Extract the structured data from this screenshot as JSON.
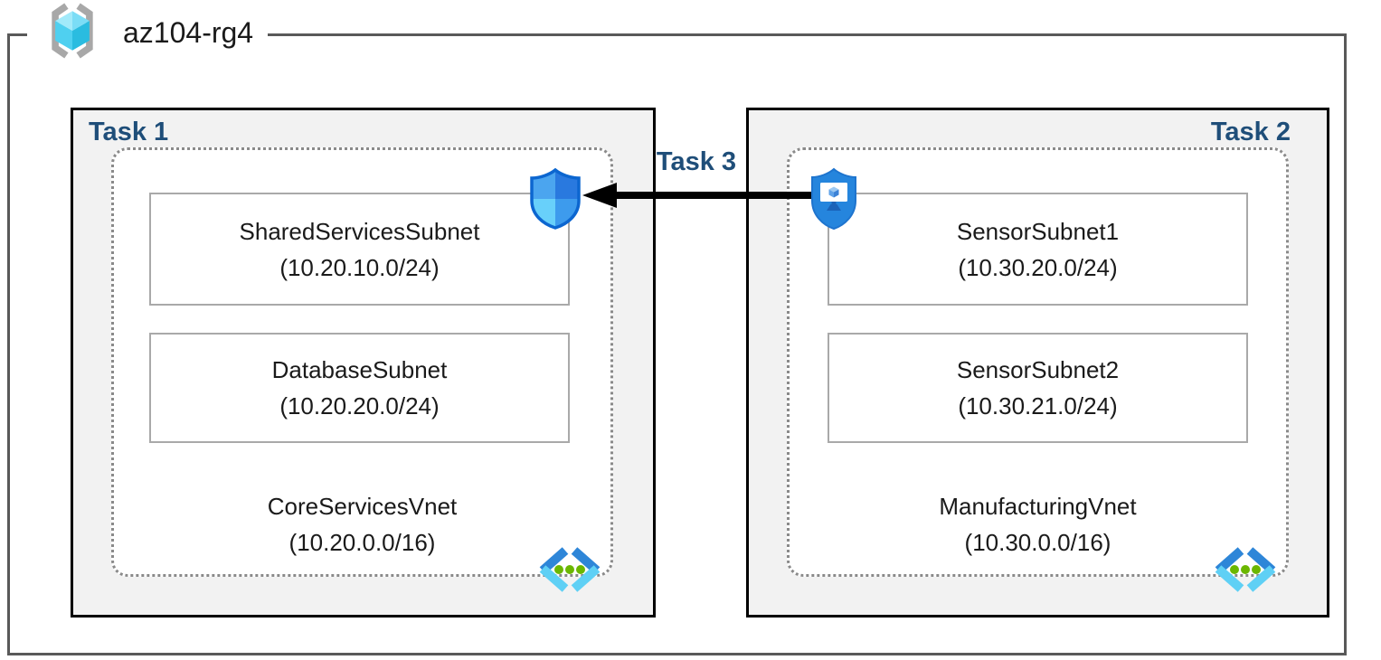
{
  "resource_group": {
    "name": "az104-rg4",
    "icon": "resource-group-icon"
  },
  "tasks": {
    "task1_label": "Task 1",
    "task2_label": "Task 2",
    "task3_label": "Task 3"
  },
  "vnets": [
    {
      "name": "CoreServicesVnet",
      "cidr": "(10.20.0.0/16)",
      "subnets": [
        {
          "name": "SharedServicesSubnet",
          "cidr": "(10.20.10.0/24)"
        },
        {
          "name": "DatabaseSubnet",
          "cidr": "(10.20.20.0/24)"
        }
      ]
    },
    {
      "name": "ManufacturingVnet",
      "cidr": "(10.30.0.0/16)",
      "subnets": [
        {
          "name": "SensorSubnet1",
          "cidr": "(10.30.20.0/24)"
        },
        {
          "name": "SensorSubnet2",
          "cidr": "(10.30.21.0/24)"
        }
      ]
    }
  ],
  "icons": {
    "nsg": "network-security-group-icon",
    "bastion": "bastion-icon",
    "vnet": "virtual-network-icon",
    "arrow": "peering-arrow"
  },
  "colors": {
    "task_label": "#1f4e79",
    "outer_border": "#595959",
    "task_box_fill": "#f2f2f2",
    "dotted_border": "#8a8a8a",
    "vnet_bracket_blue": "#2e86d8",
    "vnet_bracket_cyan": "#5fd0f5",
    "vnet_dot_green": "#6bb700",
    "shield_border": "#0c66d0",
    "bastion_blue": "#2585dd"
  }
}
